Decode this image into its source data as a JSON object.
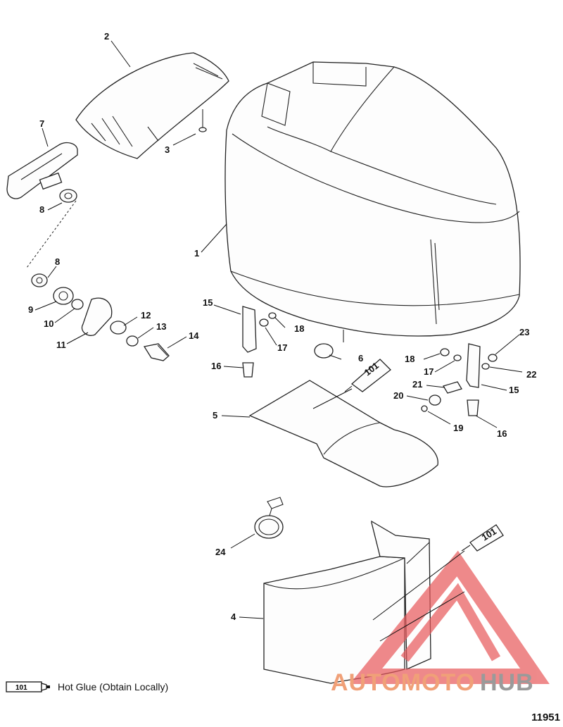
{
  "diagram": {
    "callouts": [
      "1",
      "2",
      "3",
      "4",
      "5",
      "6",
      "7",
      "8",
      "8",
      "9",
      "10",
      "11",
      "12",
      "13",
      "14",
      "15",
      "15",
      "16",
      "16",
      "17",
      "17",
      "18",
      "18",
      "19",
      "20",
      "21",
      "22",
      "23",
      "24"
    ],
    "tube_label": "101"
  },
  "legend": {
    "tube_label": "101",
    "text": "Hot Glue (Obtain Locally)"
  },
  "watermark": {
    "part1": "AUTOMOTO",
    "part2": "HUB",
    "color1": "#f0a078",
    "color2": "#9a9a9a",
    "logo_color": "#e8585a"
  },
  "diagram_number": "11951"
}
